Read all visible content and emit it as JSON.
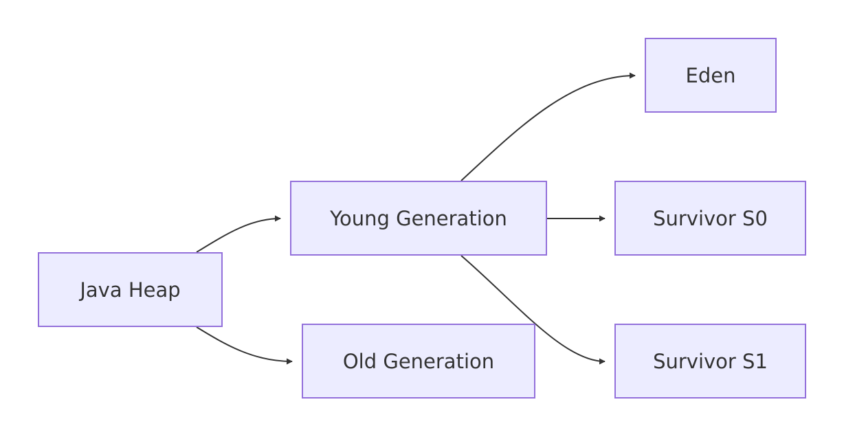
{
  "diagram": {
    "type": "flowchart",
    "direction": "left-to-right",
    "colors": {
      "node_fill": "#ececff",
      "node_border": "#9370db",
      "text": "#333333",
      "edge": "#333333"
    },
    "nodes": {
      "java_heap": {
        "label": "Java Heap"
      },
      "young_gen": {
        "label": "Young Generation"
      },
      "old_gen": {
        "label": "Old Generation"
      },
      "eden": {
        "label": "Eden"
      },
      "survivor_s0": {
        "label": "Survivor S0"
      },
      "survivor_s1": {
        "label": "Survivor S1"
      }
    },
    "edges": [
      {
        "from": "java_heap",
        "to": "young_gen"
      },
      {
        "from": "java_heap",
        "to": "old_gen"
      },
      {
        "from": "young_gen",
        "to": "eden"
      },
      {
        "from": "young_gen",
        "to": "survivor_s0"
      },
      {
        "from": "young_gen",
        "to": "survivor_s1"
      }
    ]
  }
}
